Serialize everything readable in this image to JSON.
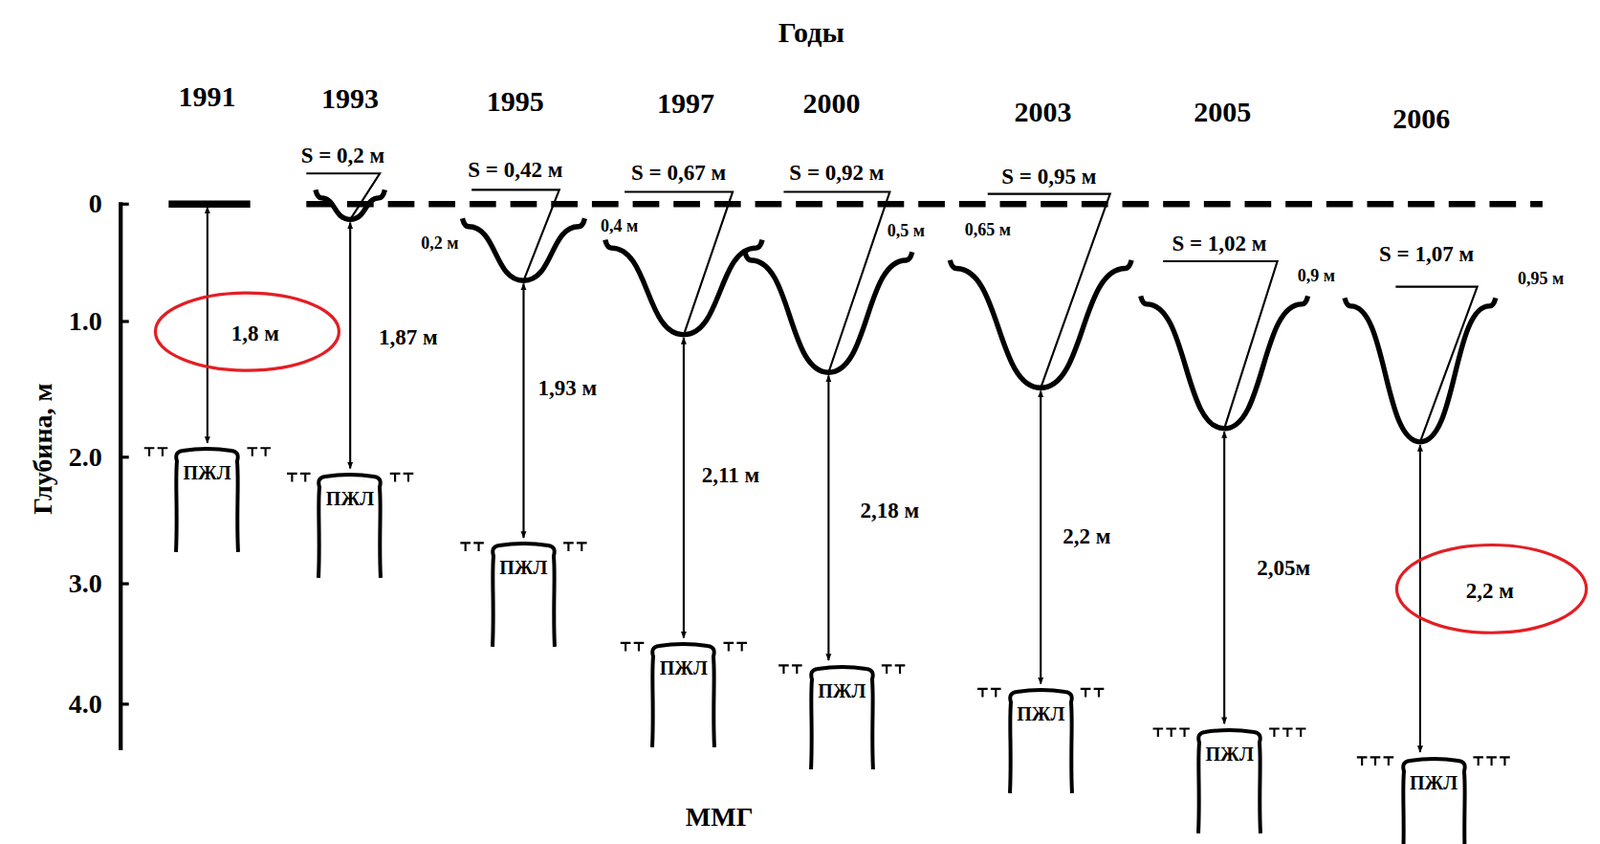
{
  "diagram": {
    "title": "Годы",
    "nodes": [
      {
        "text": [
          "ПЖЛ"
        ]
      },
      {
        "text": [
          "ПЖЛ"
        ]
      },
      {
        "text": [
          "ПЖЛ"
        ]
      },
      {
        "text": [
          "ПЖЛ"
        ]
      },
      {
        "text": [
          "ПЖЛ"
        ]
      },
      {
        "text": [
          "ПЖЛ"
        ]
      },
      {
        "text": [
          "ПЖЛ"
        ]
      },
      {
        "text": [
          "ПЖЛ"
        ]
      }
    ],
    "labels": [
      "1991",
      "1993",
      "1995",
      "1997",
      "2000",
      "2003",
      "2005",
      "2006",
      "Глубина, м",
      "0",
      "1.0",
      "2.0",
      "3.0",
      "4.0",
      "S = 0,2 м",
      "S = 0,42 м",
      "S = 0,67 м",
      "S = 0,92 м",
      "S = 0,95 м",
      "S = 1,02 м",
      "S = 1,07 м",
      "0,2 м",
      "0,4 м",
      "0,5 м",
      "0,65 м",
      "0,9 м",
      "0,95 м",
      "1,8 м",
      "1,87 м",
      "1,93 м",
      "2,11 м",
      "2,18 м",
      "2,2 м",
      "2,05м",
      "2,2 м",
      "ММГ"
    ]
  }
}
